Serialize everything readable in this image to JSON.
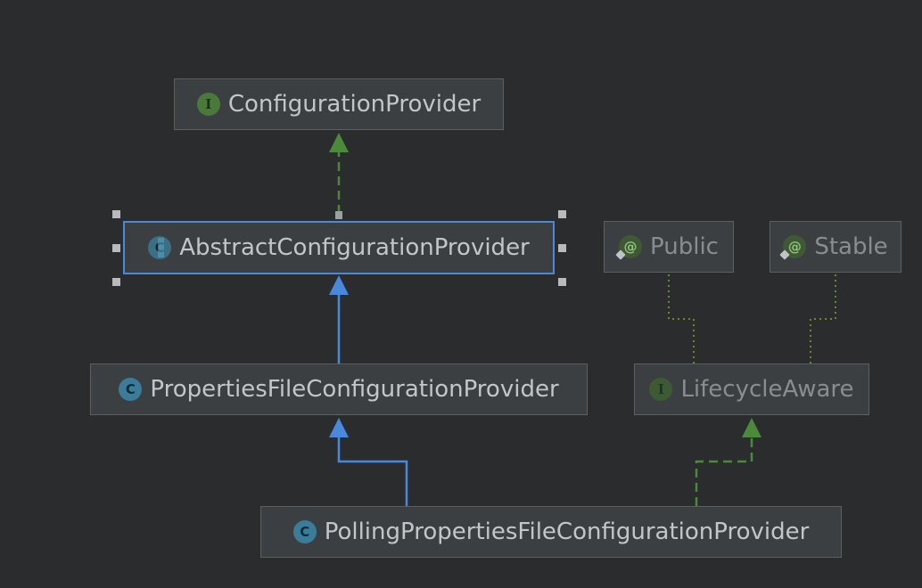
{
  "nodes": {
    "configuration_provider": {
      "label": "ConfigurationProvider",
      "kind": "interface",
      "icon": "interface-icon",
      "badge": "I"
    },
    "abstract_configuration_provider": {
      "label": "AbstractConfigurationProvider",
      "kind": "abstract-class",
      "icon": "abstract-class-icon",
      "badge": "C",
      "selected": true
    },
    "public": {
      "label": "Public",
      "kind": "annotation",
      "icon": "annotation-icon",
      "badge": "@"
    },
    "stable": {
      "label": "Stable",
      "kind": "annotation",
      "icon": "annotation-icon",
      "badge": "@"
    },
    "properties_file_configuration_provider": {
      "label": "PropertiesFileConfigurationProvider",
      "kind": "class",
      "icon": "class-icon",
      "badge": "C"
    },
    "lifecycle_aware": {
      "label": "LifecycleAware",
      "kind": "interface",
      "icon": "interface-icon",
      "badge": "I"
    },
    "polling_properties_file_configuration_provider": {
      "label": "PollingPropertiesFileConfigurationProvider",
      "kind": "class",
      "icon": "class-icon",
      "badge": "C"
    }
  },
  "edges": [
    {
      "from": "abstract_configuration_provider",
      "to": "configuration_provider",
      "type": "implements"
    },
    {
      "from": "properties_file_configuration_provider",
      "to": "abstract_configuration_provider",
      "type": "extends"
    },
    {
      "from": "polling_properties_file_configuration_provider",
      "to": "properties_file_configuration_provider",
      "type": "extends"
    },
    {
      "from": "polling_properties_file_configuration_provider",
      "to": "lifecycle_aware",
      "type": "implements"
    },
    {
      "from": "lifecycle_aware",
      "to": "public",
      "type": "annotated-by"
    },
    {
      "from": "lifecycle_aware",
      "to": "stable",
      "type": "annotated-by"
    }
  ],
  "colors": {
    "background": "#2b2c2e",
    "extends": "#4a88dc",
    "implements": "#4b8a3b",
    "annotation_link": "#6a8a2a",
    "selection": "#4a88dc"
  }
}
